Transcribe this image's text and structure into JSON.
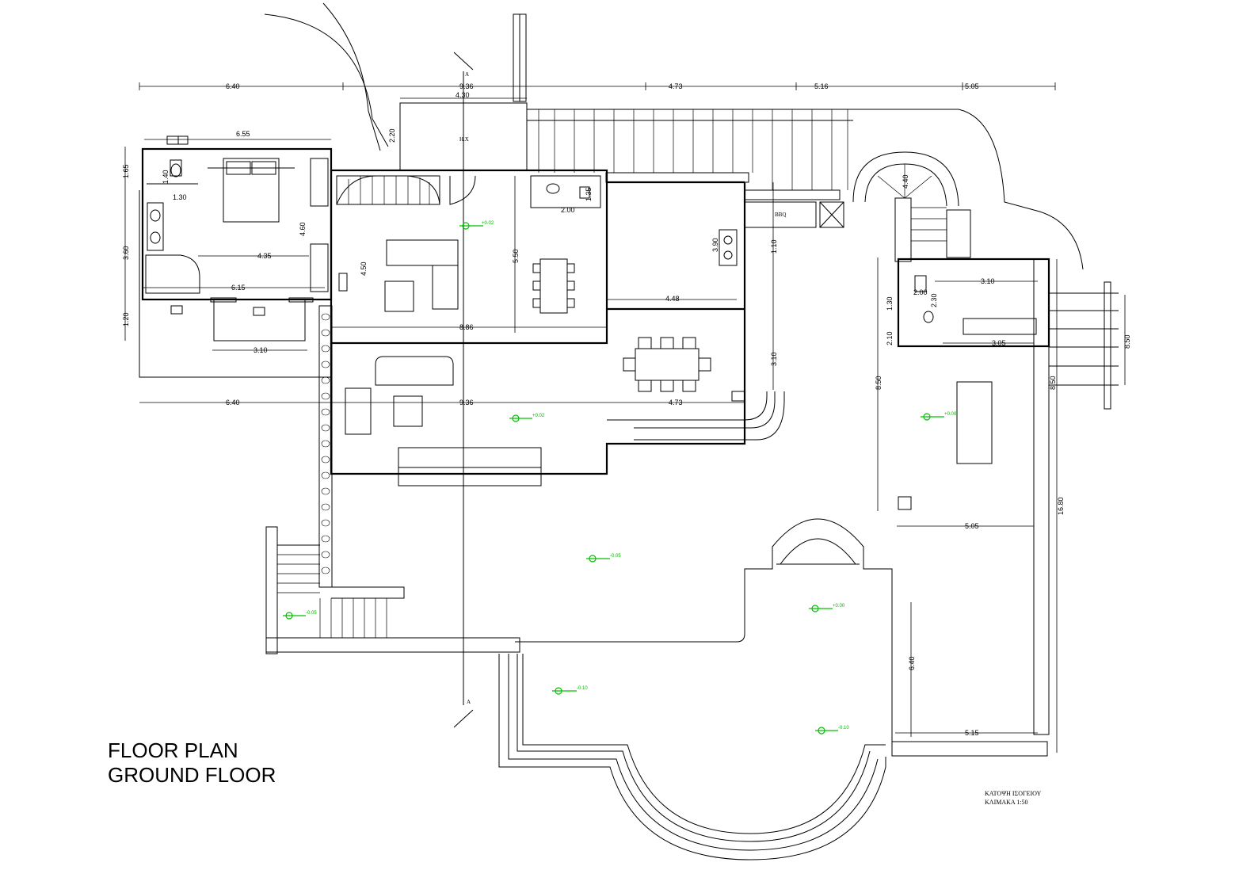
{
  "title": {
    "line1": "FLOOR PLAN",
    "line2": "GROUND FLOOR"
  },
  "note": {
    "line1": "ΚΑΤΟΨΗ ΙΣΟΓΕΙΟΥ",
    "line2": "ΚΛΙΜΑΚΑ 1:50"
  },
  "section_marks": [
    "A",
    "A"
  ],
  "room_labels": [
    "Η.Χ",
    "BBQ"
  ],
  "dimensions": [
    "6.40",
    "9.36",
    "4.73",
    "5.16",
    "5.05",
    "4.30",
    "6.55",
    "2.20",
    "1.65",
    "1.40",
    "1.30",
    "3.60",
    "4.60",
    "4.35",
    "6.15",
    "1.20",
    "3.10",
    "4.50",
    "5.50",
    "2.00",
    "1.35",
    "3.90",
    "4.40",
    "1.10",
    "4.48",
    "8.86",
    "3.10",
    "3.10",
    "2.10",
    "1.30",
    "2.00",
    "2.30",
    "3.05",
    "8.50",
    "8.50",
    "6.40",
    "9.36",
    "4.73",
    "16.80",
    "5.05",
    "6.40",
    "5.15"
  ],
  "levels": [
    "+0.02",
    "+0.02",
    "+0.00",
    "-0.05",
    "+0.00",
    "-0.05",
    "-0.10",
    "-0.10"
  ]
}
